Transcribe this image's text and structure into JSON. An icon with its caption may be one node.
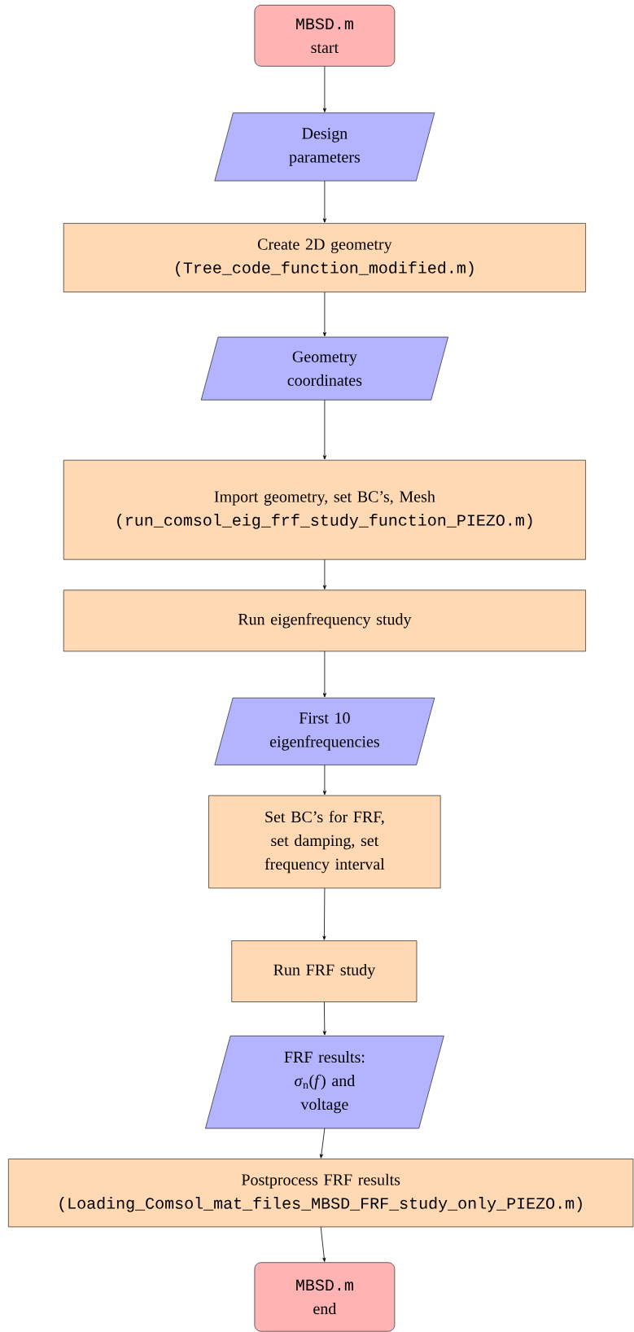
{
  "diagram": {
    "nodes": [
      {
        "text": [
          "MBSD.m",
          "start"
        ]
      },
      {
        "text": [
          "Design parameters"
        ]
      },
      {
        "text": [
          "Create 2D geometry",
          "(Tree_code_function_modified.m)"
        ]
      },
      {
        "text": [
          "Geometry coordinates"
        ]
      },
      {
        "text": [
          "Import geometry, set BC’s, Mesh",
          "(run_comsol_eig_frf_study_function_PIEZO.m)"
        ]
      },
      {
        "text": [
          "Run eigenfrequency study"
        ]
      },
      {
        "text": [
          "First 10 eigenfrequencies"
        ]
      },
      {
        "text": [
          "Set BC’s for FRF, set damping, set frequency interval"
        ]
      },
      {
        "text": [
          "Run FRF study"
        ]
      },
      {
        "text": [
          "FRF results: *σ*$_{n}$(*f*) and voltage"
        ]
      },
      {
        "text": [
          "Postprocess FRF results",
          "(Loading_Comsol_mat_files_MBSD_FRF_study_only_PIEZO.m)"
        ]
      },
      {
        "text": [
          "MBSD.m",
          "end"
        ]
      }
    ],
    "edges": [
      {
        "from": 0,
        "to": 1,
        "arrow": "to"
      },
      {
        "from": 1,
        "to": 2,
        "arrow": "to"
      },
      {
        "from": 2,
        "to": 3,
        "arrow": "to"
      },
      {
        "from": 3,
        "to": 4,
        "arrow": "to"
      },
      {
        "from": 4,
        "to": 5,
        "arrow": "to"
      },
      {
        "from": 5,
        "to": 6,
        "arrow": "to"
      },
      {
        "from": 6,
        "to": 7,
        "arrow": "to"
      },
      {
        "from": 7,
        "to": 8,
        "arrow": "to"
      },
      {
        "from": 8,
        "to": 9,
        "arrow": "to"
      },
      {
        "from": 9,
        "to": 10,
        "arrow": "to"
      },
      {
        "from": 10,
        "to": 11,
        "arrow": "to"
      }
    ]
  }
}
